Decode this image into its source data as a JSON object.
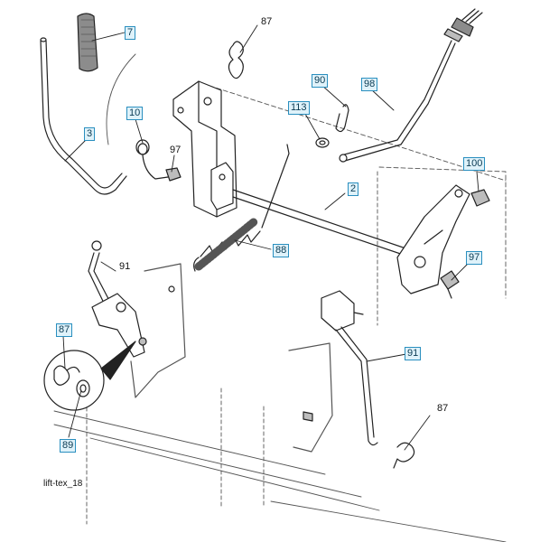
{
  "figure_id": "lift-tex_18",
  "colors": {
    "callout_box_border": "#2a8fbf",
    "callout_box_fill": "#dff2fa",
    "line_art": "#222222",
    "part_shade": "#8c8c8c"
  },
  "callouts": [
    {
      "id": "c7",
      "text": "7",
      "boxed": true
    },
    {
      "id": "c87a",
      "text": "87",
      "boxed": false
    },
    {
      "id": "c90",
      "text": "90",
      "boxed": true
    },
    {
      "id": "c98",
      "text": "98",
      "boxed": true
    },
    {
      "id": "c113",
      "text": "113",
      "boxed": true
    },
    {
      "id": "c10",
      "text": "10",
      "boxed": true
    },
    {
      "id": "c3",
      "text": "3",
      "boxed": true
    },
    {
      "id": "c97a",
      "text": "97",
      "boxed": false
    },
    {
      "id": "c2",
      "text": "2",
      "boxed": true
    },
    {
      "id": "c100",
      "text": "100",
      "boxed": true
    },
    {
      "id": "c88",
      "text": "88",
      "boxed": true
    },
    {
      "id": "c97b",
      "text": "97",
      "boxed": true
    },
    {
      "id": "c91a",
      "text": "91",
      "boxed": false
    },
    {
      "id": "c87b",
      "text": "87",
      "boxed": true
    },
    {
      "id": "c91b",
      "text": "91",
      "boxed": true
    },
    {
      "id": "c89",
      "text": "89",
      "boxed": true
    },
    {
      "id": "c87c",
      "text": "87",
      "boxed": false
    }
  ]
}
